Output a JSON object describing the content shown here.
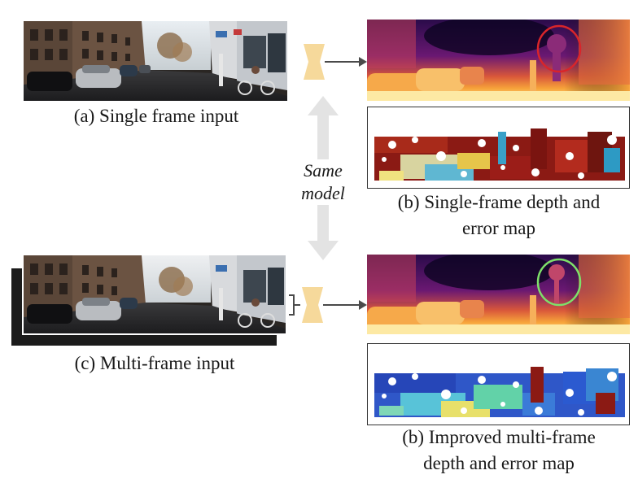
{
  "captions": {
    "single_input": "(a) Single frame input",
    "multi_input": "(c) Multi-frame input",
    "single_depth_line1": "(b) Single-frame depth and",
    "single_depth_line2": "error map",
    "multi_depth_line1": "(b) Improved multi-frame",
    "multi_depth_line2": "depth and error map",
    "same_model_line1": "Same",
    "same_model_line2": "model"
  },
  "colors": {
    "network_icon": "#f6d99b",
    "arrow": "#4a4a4a",
    "double_arrow": "#e3e3e3",
    "bad_circle": "#d9252a",
    "good_circle": "#7ee06a"
  },
  "icons": {
    "network": "hourglass-network-icon",
    "double_arrow": "double-arrow-icon",
    "arrow": "right-arrow-icon"
  }
}
